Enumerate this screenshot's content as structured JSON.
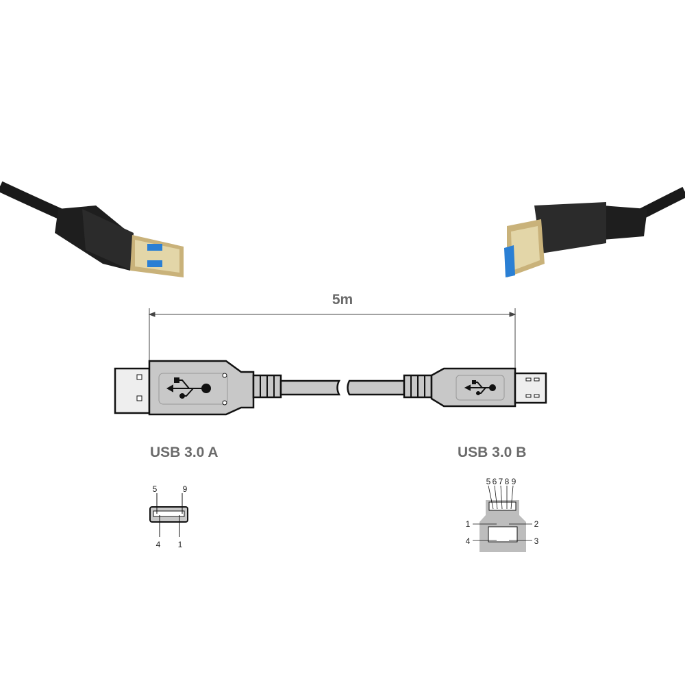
{
  "dimension": {
    "length_label": "5m"
  },
  "connector_a": {
    "title": "USB 3.0 A",
    "pins_top": [
      "5",
      "9"
    ],
    "pins_bottom": [
      "4",
      "1"
    ]
  },
  "connector_b": {
    "title": "USB 3.0 B",
    "pins_top": [
      "5",
      "6",
      "7",
      "8",
      "9"
    ],
    "pins_left": [
      "1",
      "4"
    ],
    "pins_right": [
      "2",
      "3"
    ]
  },
  "colors": {
    "body": "#c8c8c8",
    "label": "#6b6b6b",
    "usb3_blue": "#2a7fd4",
    "cable": "#1a1a1a"
  }
}
